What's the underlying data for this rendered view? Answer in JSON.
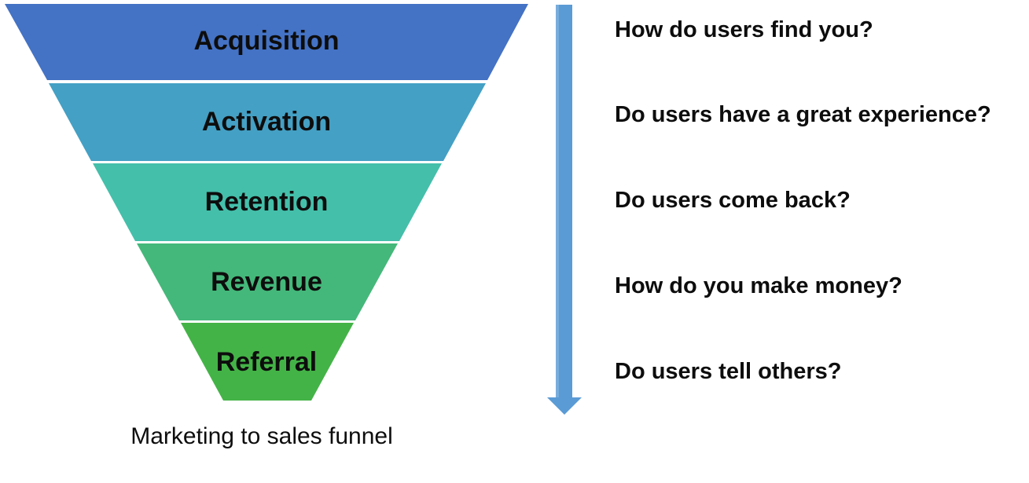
{
  "funnel": {
    "stages": [
      {
        "label": "Acquisition",
        "color": "#4472c4"
      },
      {
        "label": "Activation",
        "color": "#44a0c4"
      },
      {
        "label": "Retention",
        "color": "#44bfaa"
      },
      {
        "label": "Revenue",
        "color": "#44b87a"
      },
      {
        "label": "Referral",
        "color": "#44b347"
      }
    ],
    "caption": "Marketing to sales funnel"
  },
  "arrow": {
    "color": "#5b9bd5"
  },
  "questions": [
    "How do users find you?",
    "Do users have a great experience?",
    "Do users come back?",
    "How do you make money?",
    "Do users tell others?"
  ]
}
